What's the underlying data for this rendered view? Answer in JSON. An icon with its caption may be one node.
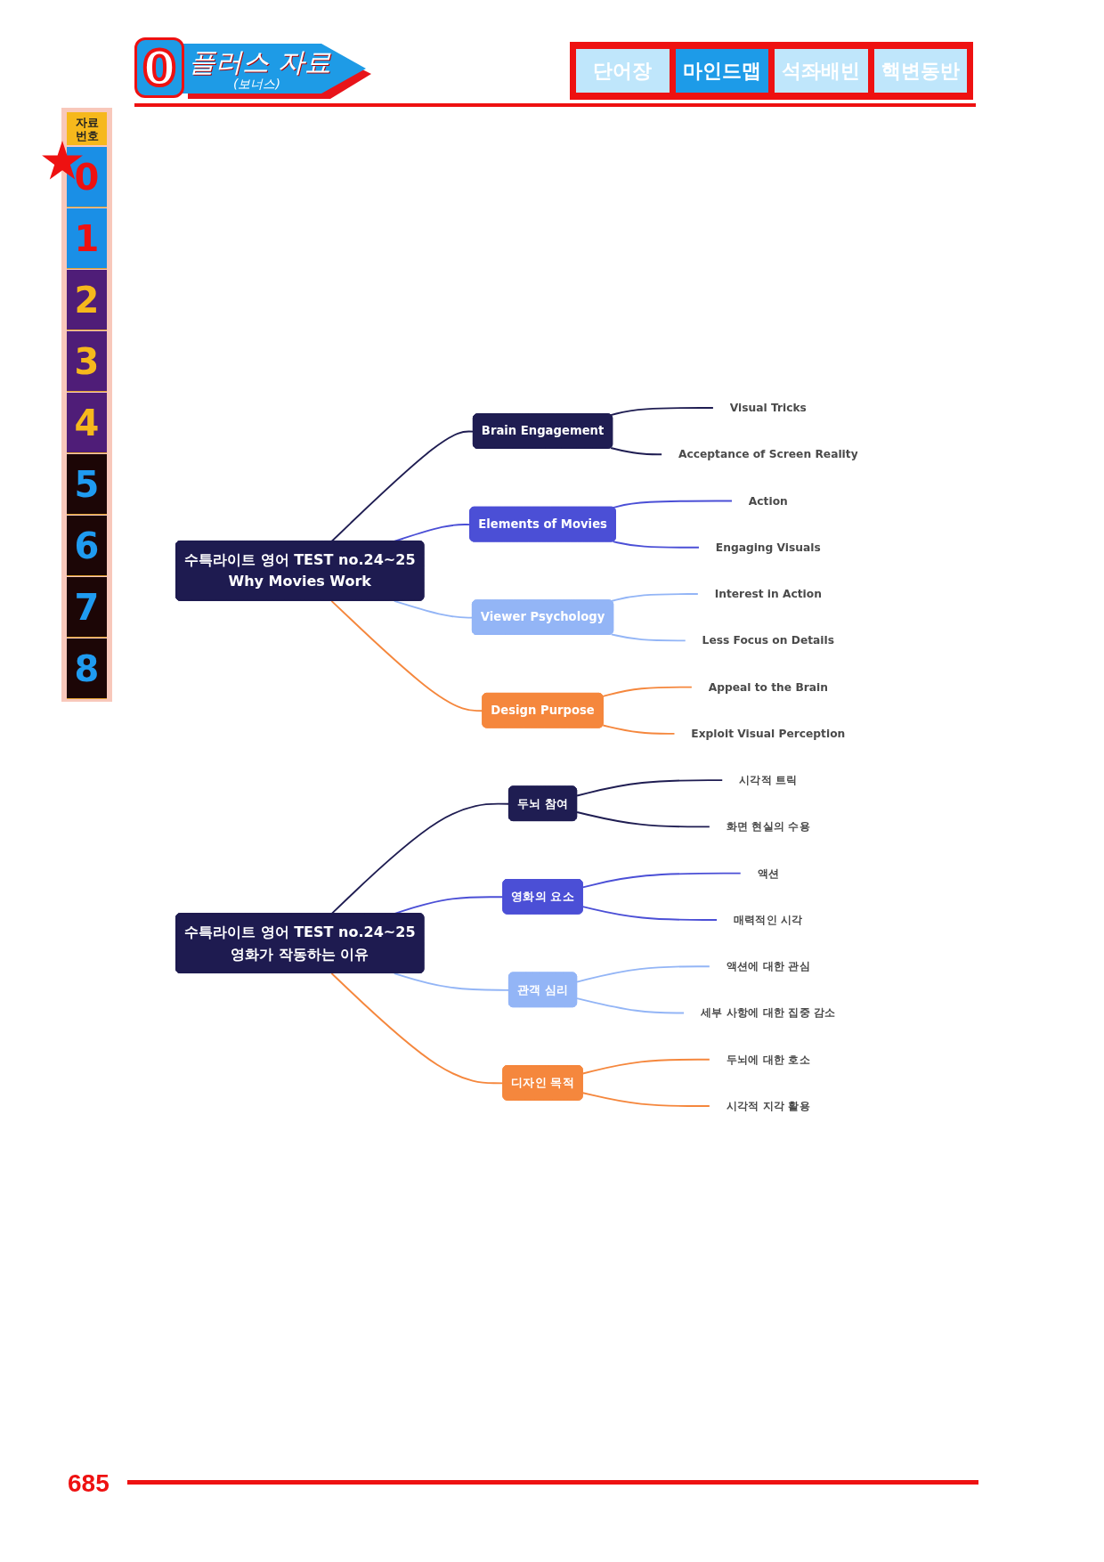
{
  "diagram": {
    "nodes": [
      {
        "text": [
          "수특라이트 영어 TEST no.24~25",
          "Why Movies Work"
        ]
      },
      {
        "text": [
          "Brain Engagement"
        ]
      },
      {
        "text": [
          "Visual Tricks"
        ]
      },
      {
        "text": [
          "Acceptance of Screen Reality"
        ]
      },
      {
        "text": [
          "Elements of Movies"
        ]
      },
      {
        "text": [
          "Action"
        ]
      },
      {
        "text": [
          "Engaging Visuals"
        ]
      },
      {
        "text": [
          "Viewer Psychology"
        ]
      },
      {
        "text": [
          "Interest in Action"
        ]
      },
      {
        "text": [
          "Less Focus on Details"
        ]
      },
      {
        "text": [
          "Design Purpose"
        ]
      },
      {
        "text": [
          "Appeal to the Brain"
        ]
      },
      {
        "text": [
          "Exploit Visual Perception"
        ]
      },
      {
        "text": [
          "수특라이트 영어 TEST no.24~25",
          "영화가 작동하는 이유"
        ]
      },
      {
        "text": [
          "두뇌 참여"
        ]
      },
      {
        "text": [
          "시각적 트릭"
        ]
      },
      {
        "text": [
          "화면 현실의 수용"
        ]
      },
      {
        "text": [
          "영화의 요소"
        ]
      },
      {
        "text": [
          "액션"
        ]
      },
      {
        "text": [
          "매력적인 시각"
        ]
      },
      {
        "text": [
          "관객 심리"
        ]
      },
      {
        "text": [
          "액션에 대한 관심"
        ]
      },
      {
        "text": [
          "세부 사항에 대한 집중 감소"
        ]
      },
      {
        "text": [
          "디자인 목적"
        ]
      },
      {
        "text": [
          "두뇌에 대한 호소"
        ]
      },
      {
        "text": [
          "시각적 지각 활용"
        ]
      }
    ],
    "edges": [
      {
        "from": 0,
        "to": 1,
        "arrow": "none",
        "color": "#1f1d52"
      },
      {
        "from": 1,
        "to": 2,
        "arrow": "none",
        "color": "#1f1d52"
      },
      {
        "from": 1,
        "to": 3,
        "arrow": "none",
        "color": "#1f1d52"
      },
      {
        "from": 0,
        "to": 4,
        "arrow": "none",
        "color": "#4b4fd6"
      },
      {
        "from": 4,
        "to": 5,
        "arrow": "none",
        "color": "#4b4fd6"
      },
      {
        "from": 4,
        "to": 6,
        "arrow": "none",
        "color": "#4b4fd6"
      },
      {
        "from": 0,
        "to": 7,
        "arrow": "none",
        "color": "#93b5f6"
      },
      {
        "from": 7,
        "to": 8,
        "arrow": "none",
        "color": "#93b5f6"
      },
      {
        "from": 7,
        "to": 9,
        "arrow": "none",
        "color": "#93b5f6"
      },
      {
        "from": 0,
        "to": 10,
        "arrow": "none",
        "color": "#f5873d"
      },
      {
        "from": 10,
        "to": 11,
        "arrow": "none",
        "color": "#f5873d"
      },
      {
        "from": 10,
        "to": 12,
        "arrow": "none",
        "color": "#f5873d"
      },
      {
        "from": 13,
        "to": 14,
        "arrow": "none",
        "color": "#1f1d52"
      },
      {
        "from": 14,
        "to": 15,
        "arrow": "none",
        "color": "#1f1d52"
      },
      {
        "from": 14,
        "to": 16,
        "arrow": "none",
        "color": "#1f1d52"
      },
      {
        "from": 13,
        "to": 17,
        "arrow": "none",
        "color": "#4b4fd6"
      },
      {
        "from": 17,
        "to": 18,
        "arrow": "none",
        "color": "#4b4fd6"
      },
      {
        "from": 17,
        "to": 19,
        "arrow": "none",
        "color": "#4b4fd6"
      },
      {
        "from": 13,
        "to": 20,
        "arrow": "none",
        "color": "#93b5f6"
      },
      {
        "from": 20,
        "to": 21,
        "arrow": "none",
        "color": "#93b5f6"
      },
      {
        "from": 20,
        "to": 22,
        "arrow": "none",
        "color": "#93b5f6"
      },
      {
        "from": 13,
        "to": 23,
        "arrow": "none",
        "color": "#f5873d"
      },
      {
        "from": 23,
        "to": 24,
        "arrow": "none",
        "color": "#f5873d"
      },
      {
        "from": 23,
        "to": 25,
        "arrow": "none",
        "color": "#f5873d"
      }
    ],
    "labels": [
      "0",
      "플러스 자료",
      "(보너스)",
      "단어장",
      "마인드맵",
      "석좌배빈",
      "핵변동반",
      "자료 번호",
      "0",
      "1",
      "2",
      "3",
      "4",
      "5",
      "6",
      "7",
      "8",
      "685"
    ]
  }
}
